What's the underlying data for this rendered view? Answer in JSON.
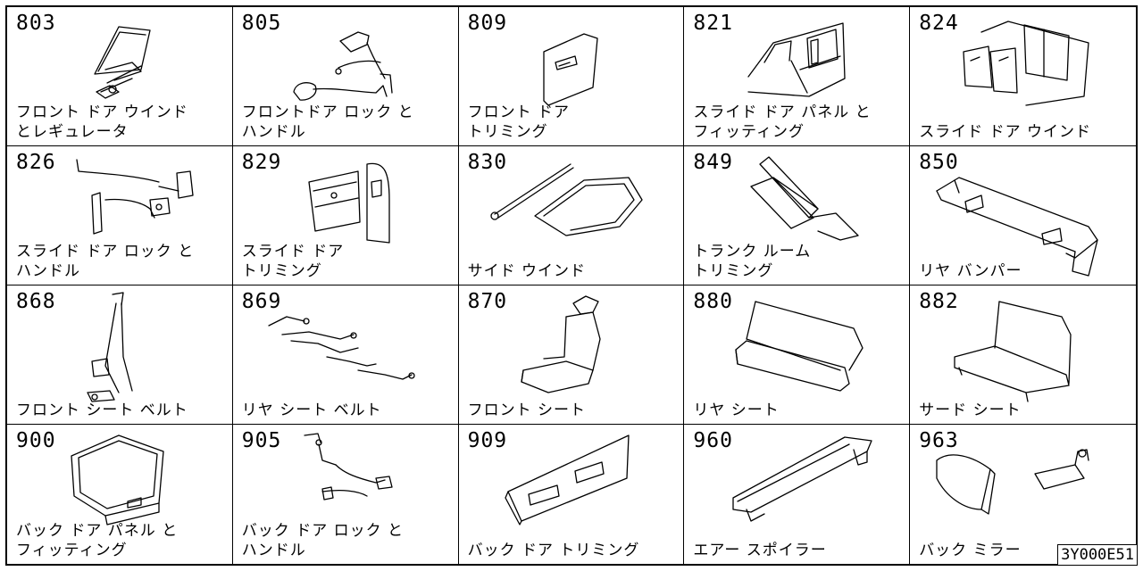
{
  "cells": [
    {
      "code": "803",
      "label": "フロント ドア ウインド\nとレギュレータ",
      "icon": "window-regulator-icon"
    },
    {
      "code": "805",
      "label": "フロントドア ロック と\nハンドル",
      "icon": "door-lock-handle-icon"
    },
    {
      "code": "809",
      "label": "フロント ドア\nトリミング",
      "icon": "door-trim-panel-icon"
    },
    {
      "code": "821",
      "label": "スライド ドア パネル と\nフィッティング",
      "icon": "slide-door-panel-icon"
    },
    {
      "code": "824",
      "label": "スライド ドア ウインド",
      "icon": "slide-door-window-icon"
    },
    {
      "code": "826",
      "label": "スライド ドア ロック と\nハンドル",
      "icon": "slide-door-lock-icon"
    },
    {
      "code": "829",
      "label": "スライド ドア\nトリミング",
      "icon": "slide-door-trim-icon"
    },
    {
      "code": "830",
      "label": "サイド ウインド",
      "icon": "side-window-icon"
    },
    {
      "code": "849",
      "label": "トランク ルーム\nトリミング",
      "icon": "trunk-trim-icon"
    },
    {
      "code": "850",
      "label": "リヤ バンパー",
      "icon": "rear-bumper-icon"
    },
    {
      "code": "868",
      "label": "フロント シート ベルト",
      "icon": "front-seat-belt-icon"
    },
    {
      "code": "869",
      "label": "リヤ シート ベルト",
      "icon": "rear-seat-belt-icon"
    },
    {
      "code": "870",
      "label": "フロント シート",
      "icon": "front-seat-icon"
    },
    {
      "code": "880",
      "label": "リヤ シート",
      "icon": "rear-seat-icon"
    },
    {
      "code": "882",
      "label": "サード シート",
      "icon": "third-seat-icon"
    },
    {
      "code": "900",
      "label": "バック ドア パネル と\nフィッティング",
      "icon": "back-door-panel-icon"
    },
    {
      "code": "905",
      "label": "バック ドア ロック と\nハンドル",
      "icon": "back-door-lock-icon"
    },
    {
      "code": "909",
      "label": "バック ドア トリミング",
      "icon": "back-door-trim-icon"
    },
    {
      "code": "960",
      "label": "エアー スポイラー",
      "icon": "air-spoiler-icon"
    },
    {
      "code": "963",
      "label": "バック ミラー",
      "icon": "back-mirror-icon"
    }
  ],
  "figure_code": "3Y000E51"
}
